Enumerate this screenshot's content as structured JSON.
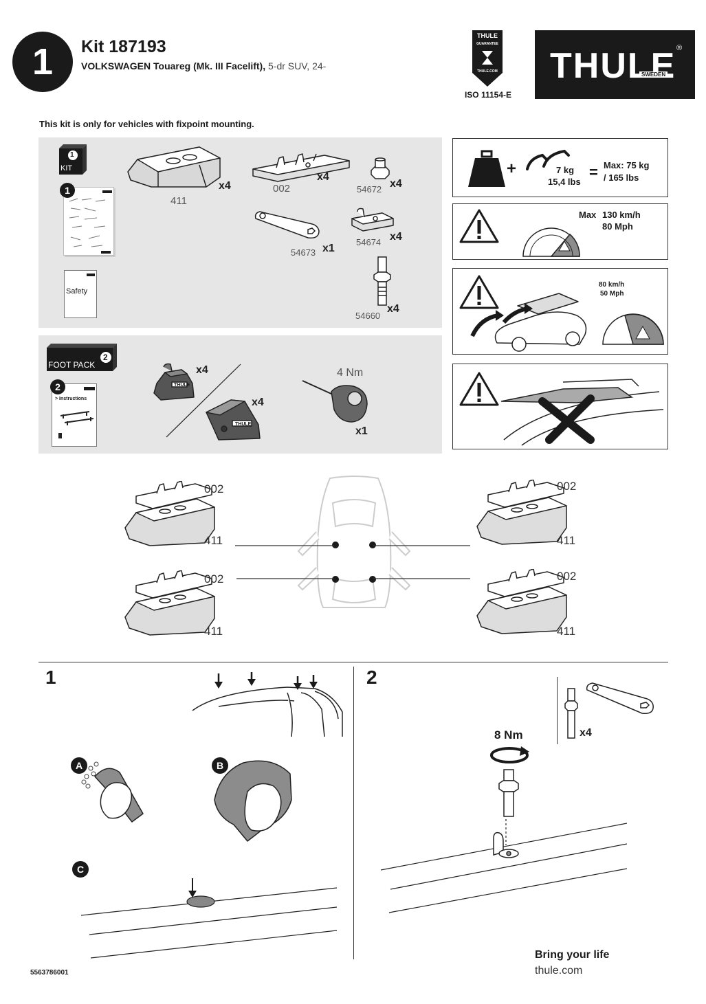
{
  "header": {
    "step_number": "1",
    "kit_title": "Kit 187193",
    "vehicle_bold": "VOLKSWAGEN Touareg (Mk. III Facelift),",
    "vehicle_rest": " 5-dr SUV, 24-",
    "guarantee_brand": "THULE",
    "guarantee_word": "GUARANTEE",
    "guarantee_url": "THULE.COM",
    "iso": "ISO 11154-E",
    "logo_text": "THULE",
    "logo_sub": "SWEDEN",
    "logo_reg": "®"
  },
  "notice": "This kit is only for vehicles with fixpoint mounting.",
  "kit_panel": {
    "kit_badge_number": "1",
    "kit_badge_label": "KIT",
    "manual_number": "1",
    "safety_label": "Safety",
    "parts": [
      {
        "id": "411",
        "qty": "x4"
      },
      {
        "id": "002",
        "qty": "x4"
      },
      {
        "id": "54672",
        "qty": "x4"
      },
      {
        "id": "54673",
        "qty": "x1"
      },
      {
        "id": "54674",
        "qty": "x4"
      },
      {
        "id": "54660",
        "qty": "x4"
      }
    ]
  },
  "foot_panel": {
    "badge_number": "2",
    "badge_label": "FOOT PACK",
    "manual_number": "2",
    "manual_caption": "> Instructions",
    "foot_qty_a": "x4",
    "foot_qty_b": "x4",
    "foot_logo": "THULE",
    "tool_torque": "4 Nm",
    "tool_qty": "x1"
  },
  "warnings": {
    "load_weight_kg": "7 kg",
    "load_weight_lbs": "15,4 lbs",
    "load_max_kg": "Max: 75 kg",
    "load_max_lbs": "/ 165 lbs",
    "speed_max_label": "Max",
    "speed_kmh": "130 km/h",
    "speed_mph": "80 Mph",
    "speed_load_kmh": "80 km/h",
    "speed_load_mph": "50 Mph"
  },
  "positions": {
    "part_top": "002",
    "part_bottom": "411"
  },
  "steps": {
    "step1": "1",
    "step2": "2",
    "sub_a": "A",
    "sub_b": "B",
    "sub_c": "C",
    "torque": "8 Nm",
    "bolt_qty": "x4"
  },
  "footer": {
    "doc_number": "5563786001",
    "tagline": "Bring your life",
    "url": "thule.com"
  }
}
